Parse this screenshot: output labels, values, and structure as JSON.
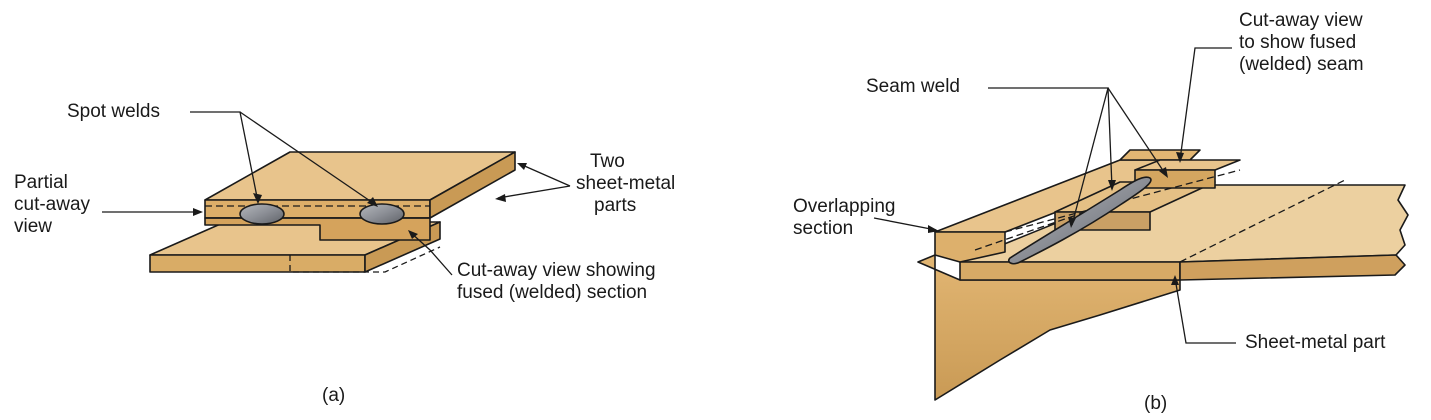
{
  "panel_a": {
    "caption": "(a)",
    "labels": {
      "spot_welds": "Spot welds",
      "partial_cutaway": [
        "Partial",
        "cut-away",
        "view"
      ],
      "two_parts": [
        "Two",
        "sheet-metal",
        "parts"
      ],
      "cutaway_showing": [
        "Cut-away view showing",
        "fused (welded) section"
      ]
    }
  },
  "panel_b": {
    "caption": "(b)",
    "labels": {
      "seam_weld": "Seam weld",
      "cutaway_seam": [
        "Cut-away view",
        "to show fused",
        "(welded) seam"
      ],
      "overlapping": [
        "Overlapping",
        "section"
      ],
      "sheet_metal_part": "Sheet-metal part"
    }
  },
  "colors": {
    "metal": "#e8c48c",
    "metal_dark": "#c99a55",
    "metal_light": "#f3d9a8",
    "weld": "#8c8f96",
    "line": "#1a1a1a"
  }
}
